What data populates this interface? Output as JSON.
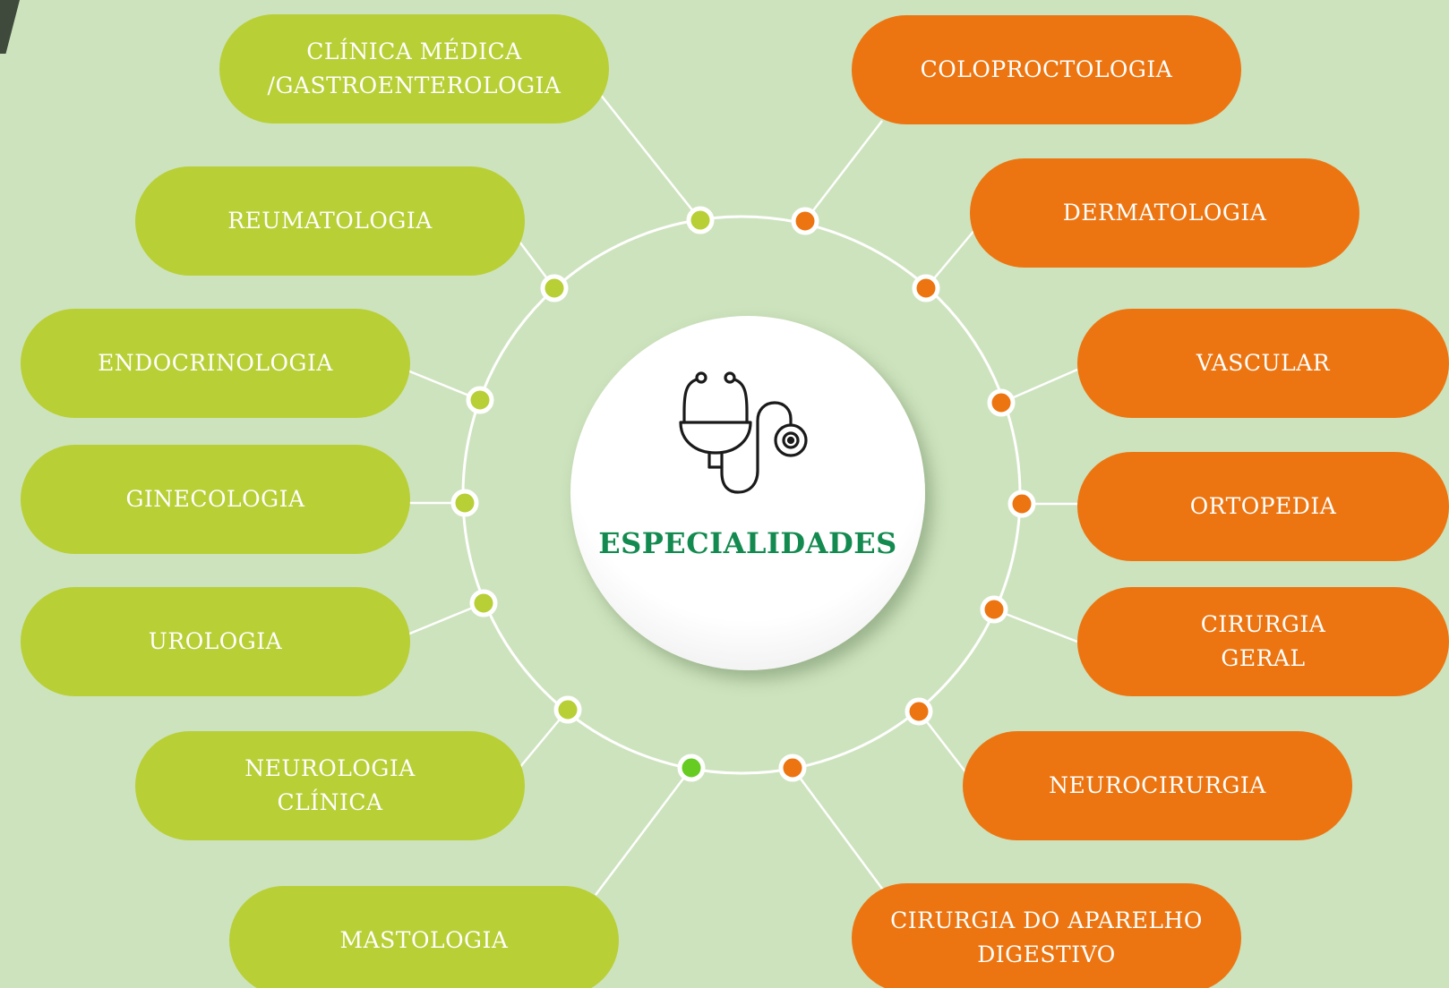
{
  "center": {
    "title": "ESPECIALIDADES",
    "icon": "stethoscope-icon"
  },
  "colors": {
    "background": "#cde3bd",
    "left_pills": "#b8cf36",
    "right_pills": "#ec7511",
    "title": "#138a4f",
    "ring": "#ffffff"
  },
  "left_specialties": [
    {
      "label": "CLÍNICA MÉDICA\n/GASTROENTEROLOGIA"
    },
    {
      "label": "REUMATOLOGIA"
    },
    {
      "label": "ENDOCRINOLOGIA"
    },
    {
      "label": "GINECOLOGIA"
    },
    {
      "label": "UROLOGIA"
    },
    {
      "label": "NEUROLOGIA\nCLÍNICA"
    },
    {
      "label": "MASTOLOGIA"
    }
  ],
  "right_specialties": [
    {
      "label": "COLOPROCTOLOGIA"
    },
    {
      "label": "DERMATOLOGIA"
    },
    {
      "label": "VASCULAR"
    },
    {
      "label": "ORTOPEDIA"
    },
    {
      "label": "CIRURGIA\nGERAL"
    },
    {
      "label": "NEUROCIRURGIA"
    },
    {
      "label": "CIRURGIA DO APARELHO\nDIGESTIVO"
    }
  ]
}
